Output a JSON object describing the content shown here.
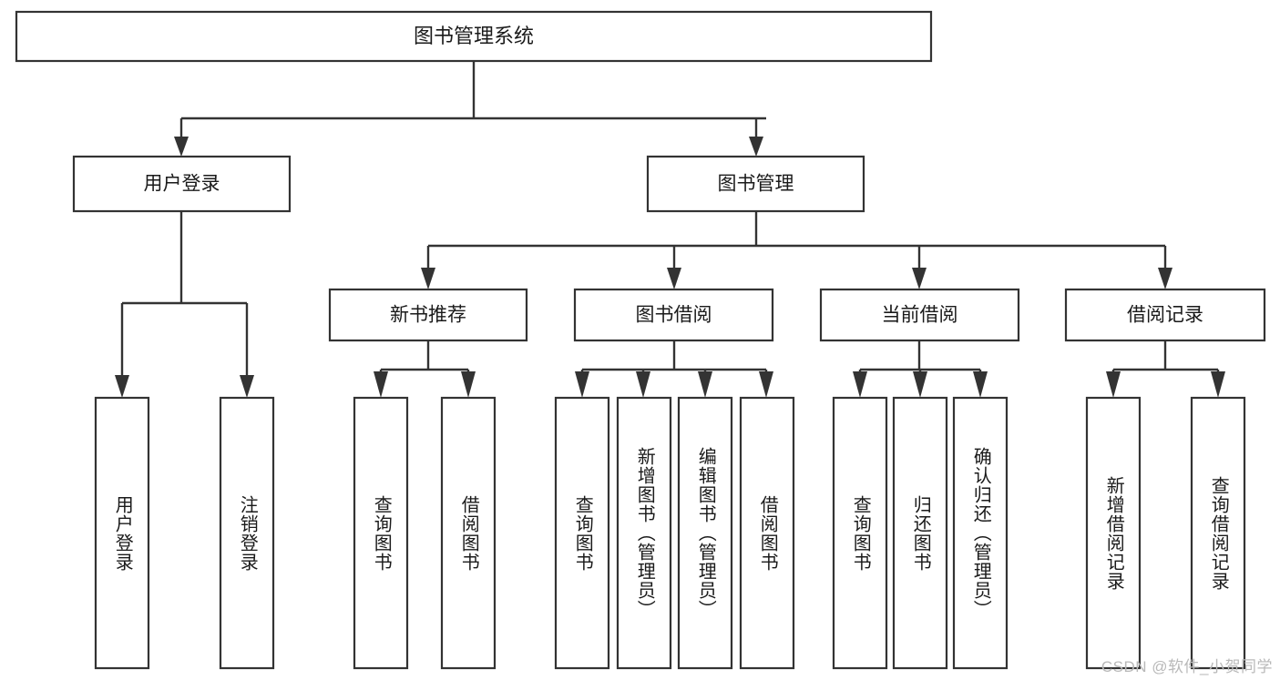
{
  "diagram": {
    "title": "图书管理系统",
    "type": "tree-hierarchy",
    "orientation": "top-down",
    "root": {
      "label": "图书管理系统",
      "level": 0
    },
    "level2": [
      {
        "label": "用户登录"
      },
      {
        "label": "图书管理"
      }
    ],
    "level3": [
      {
        "label": "新书推荐",
        "parent": "图书管理"
      },
      {
        "label": "图书借阅",
        "parent": "图书管理"
      },
      {
        "label": "当前借阅",
        "parent": "图书管理"
      },
      {
        "label": "借阅记录",
        "parent": "图书管理"
      }
    ],
    "leaves": {
      "user_login": [
        {
          "label": "用户登录"
        },
        {
          "label": "注销登录"
        }
      ],
      "new_book_recommend": [
        {
          "label": "查询图书"
        },
        {
          "label": "借阅图书"
        }
      ],
      "book_borrow": [
        {
          "label": "查询图书"
        },
        {
          "label": "新增图书（管理员）"
        },
        {
          "label": "编辑图书（管理员）"
        },
        {
          "label": "借阅图书"
        }
      ],
      "current_borrow": [
        {
          "label": "查询图书"
        },
        {
          "label": "归还图书"
        },
        {
          "label": "确认归还（管理员）"
        }
      ],
      "borrow_record": [
        {
          "label": "新增借阅记录"
        },
        {
          "label": "查询借阅记录"
        }
      ]
    }
  },
  "colors": {
    "box_stroke": "#333333",
    "box_fill": "#ffffff",
    "text": "#1a1a1a",
    "connector": "#333333",
    "watermark": "#b9b9b9",
    "background": "#ffffff"
  },
  "watermark": {
    "text": "CSDN @软件_小贺同学"
  }
}
